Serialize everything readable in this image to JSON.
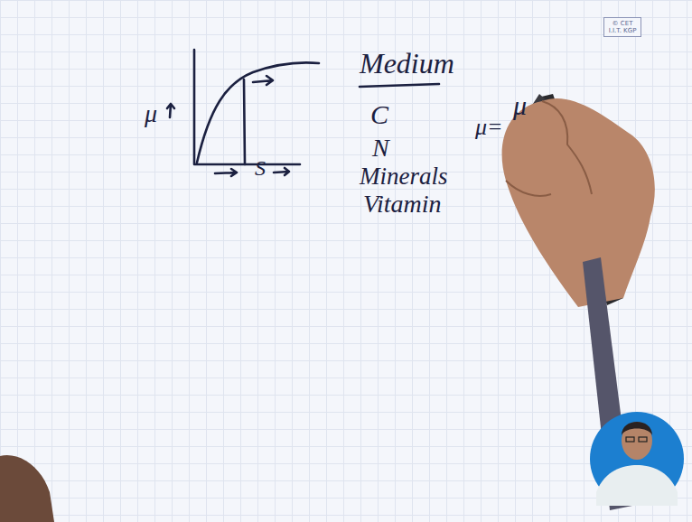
{
  "diagram": {
    "nodes": [
      {
        "text": [
          "© CET I.I.T. KGP"
        ]
      }
    ],
    "labels": [
      "μ",
      "S",
      "Medium",
      "C",
      "N",
      "Minerals",
      "Vitamin",
      "μ=",
      "μ"
    ]
  }
}
